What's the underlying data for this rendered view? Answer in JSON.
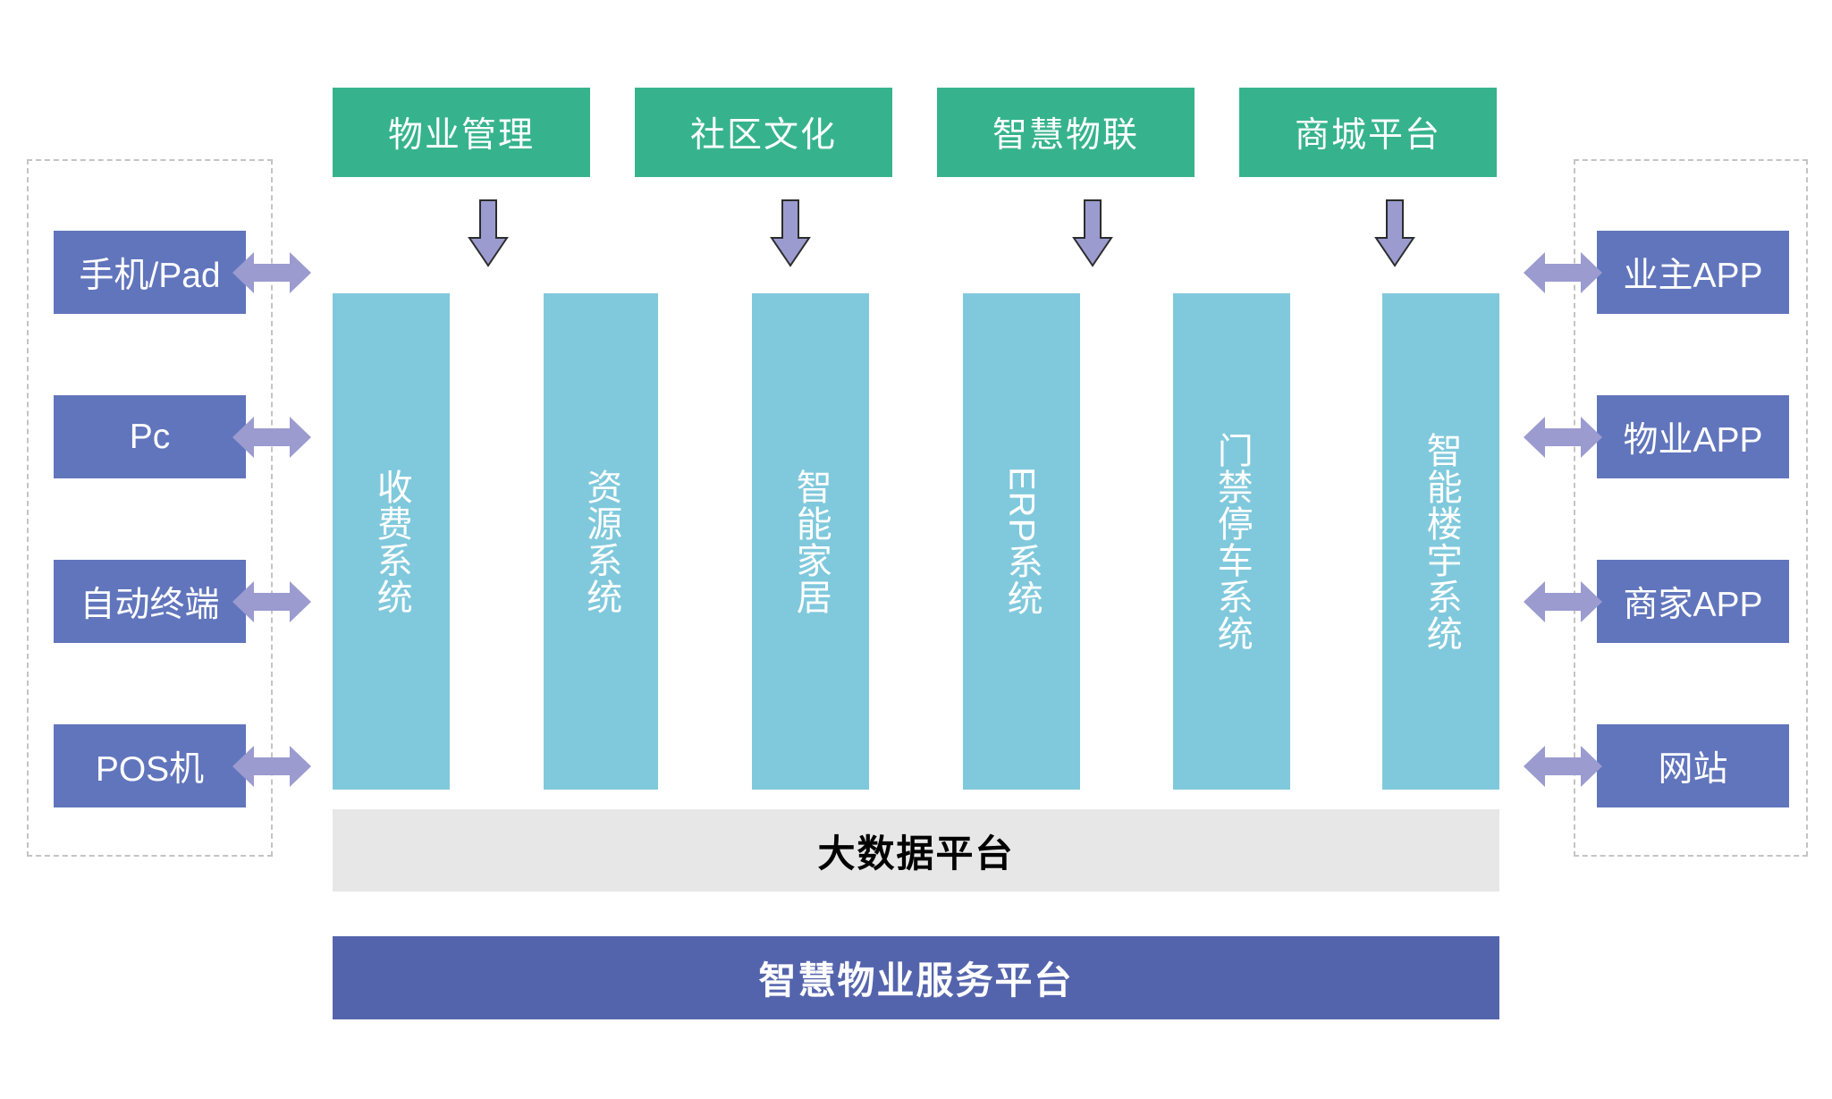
{
  "diagram": {
    "title_bottom": "智慧物业服务平台",
    "bigdata_label": "大数据平台",
    "colors": {
      "green": "#36b38d",
      "teal": "#80c9dc",
      "blue": "#6175bc",
      "deep_blue": "#5464ac",
      "gray": "#e7e7e7",
      "arrow_purple": "#9b9bd0",
      "frame_dash": "#c4c4c4"
    }
  },
  "top_channels": [
    {
      "label": "物业管理"
    },
    {
      "label": "社区文化"
    },
    {
      "label": "智慧物联"
    },
    {
      "label": "商城平台"
    }
  ],
  "systems": [
    {
      "label": "收费系统"
    },
    {
      "label": "资源系统"
    },
    {
      "label": "智能家居"
    },
    {
      "label": "ERP系统"
    },
    {
      "label": "门禁停车系统"
    },
    {
      "label": "智能楼宇系统"
    }
  ],
  "left_terminals": [
    {
      "label": "手机/Pad"
    },
    {
      "label": "Pc"
    },
    {
      "label": "自动终端"
    },
    {
      "label": "POS机"
    }
  ],
  "right_terminals": [
    {
      "label": "业主APP"
    },
    {
      "label": "物业APP"
    },
    {
      "label": "商家APP"
    },
    {
      "label": "网站"
    }
  ]
}
